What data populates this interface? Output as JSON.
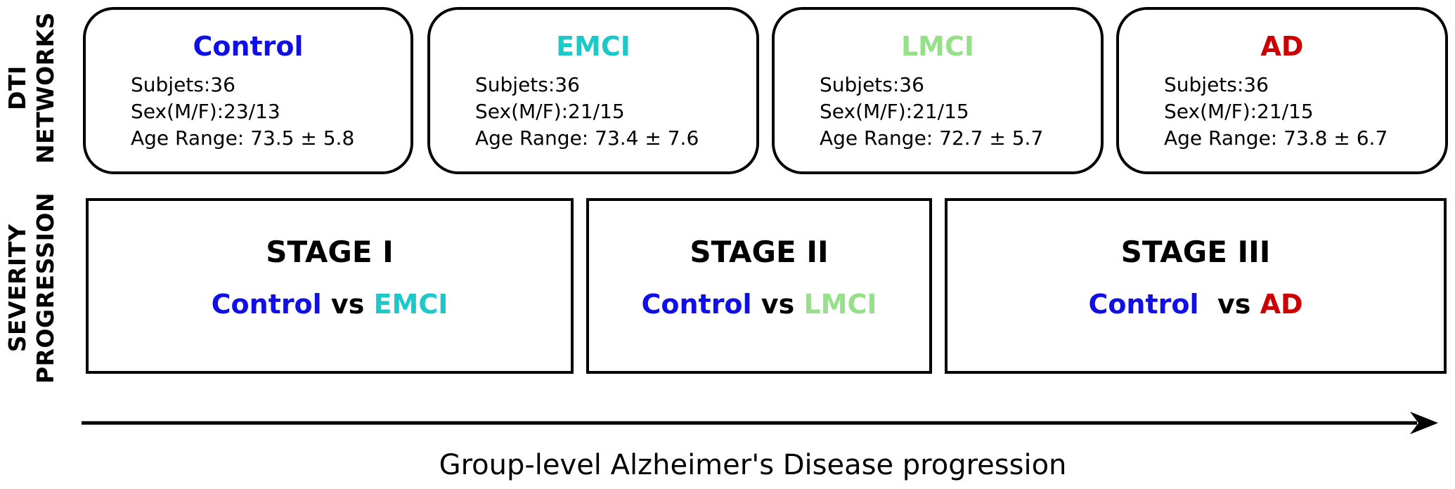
{
  "rows": {
    "networks_label": [
      "DTI",
      "NETWORKS"
    ],
    "severity_label": [
      "SEVERITY",
      "PROGRESSION"
    ]
  },
  "colors": {
    "control": "#1010e6",
    "emci": "#1cc8c8",
    "lmci": "#96e08a",
    "ad": "#cc0000",
    "text": "#000000"
  },
  "groups": [
    {
      "name": "Control",
      "color": "#1010e6",
      "subjects": "Subjets:36",
      "sex": "Sex(M/F):23/13",
      "age": "Age Range: 73.5 ± 5.8"
    },
    {
      "name": "EMCI",
      "color": "#1cc8c8",
      "subjects": "Subjets:36",
      "sex": "Sex(M/F):21/15",
      "age": "Age Range: 73.4 ± 7.6"
    },
    {
      "name": "LMCI",
      "color": "#96e08a",
      "subjects": "Subjets:36",
      "sex": "Sex(M/F):21/15",
      "age": "Age Range: 72.7 ± 5.7"
    },
    {
      "name": "AD",
      "color": "#cc0000",
      "subjects": "Subjets:36",
      "sex": "Sex(M/F):21/15",
      "age": "Age Range: 73.8 ± 6.7"
    }
  ],
  "stages": [
    {
      "title": "STAGE I",
      "left": "Control",
      "left_color": "#1010e6",
      "vs": " vs ",
      "right": "EMCI",
      "right_color": "#1cc8c8"
    },
    {
      "title": "STAGE II",
      "left": "Control",
      "left_color": "#1010e6",
      "vs": " vs ",
      "right": "LMCI",
      "right_color": "#96e08a"
    },
    {
      "title": "STAGE III",
      "left": "Control",
      "left_color": "#1010e6",
      "vs": "  vs ",
      "right": "AD",
      "right_color": "#cc0000"
    }
  ],
  "caption": "Group-level Alzheimer's Disease progression"
}
